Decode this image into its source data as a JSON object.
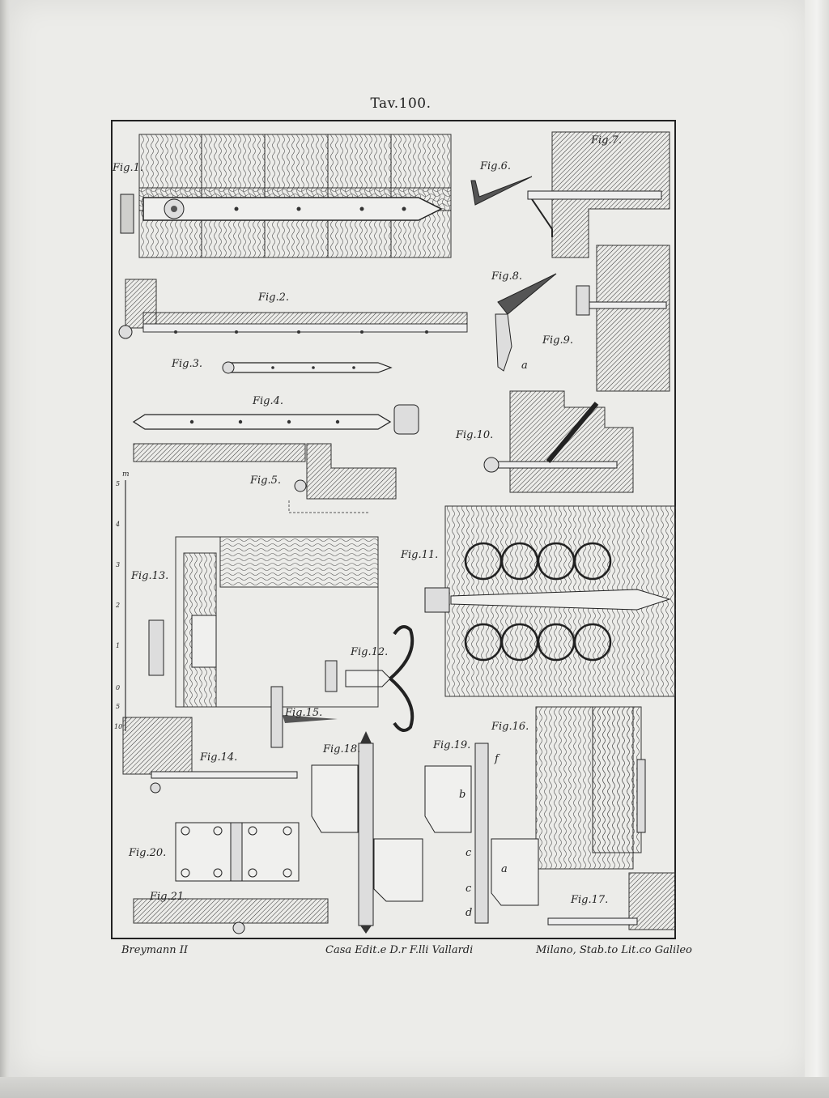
{
  "plate": {
    "title": "Tav.100.",
    "figures": [
      {
        "id": "fig1",
        "label": "Fig.1."
      },
      {
        "id": "fig2",
        "label": "Fig.2."
      },
      {
        "id": "fig3",
        "label": "Fig.3."
      },
      {
        "id": "fig4",
        "label": "Fig.4."
      },
      {
        "id": "fig5",
        "label": "Fig.5."
      },
      {
        "id": "fig6",
        "label": "Fig.6."
      },
      {
        "id": "fig7",
        "label": "Fig.7."
      },
      {
        "id": "fig8",
        "label": "Fig.8."
      },
      {
        "id": "fig9",
        "label": "Fig.9."
      },
      {
        "id": "fig10",
        "label": "Fig.10."
      },
      {
        "id": "fig11",
        "label": "Fig.11."
      },
      {
        "id": "fig12",
        "label": "Fig.12."
      },
      {
        "id": "fig13",
        "label": "Fig.13."
      },
      {
        "id": "fig14",
        "label": "Fig.14."
      },
      {
        "id": "fig15",
        "label": "Fig.15."
      },
      {
        "id": "fig16",
        "label": "Fig.16."
      },
      {
        "id": "fig17",
        "label": "Fig.17."
      },
      {
        "id": "fig18",
        "label": "Fig.18."
      },
      {
        "id": "fig19",
        "label": "Fig.19."
      },
      {
        "id": "fig20",
        "label": "Fig.20."
      },
      {
        "id": "fig21",
        "label": "Fig.21."
      }
    ],
    "letters": {
      "a8": "a",
      "a19": "a",
      "b19": "b",
      "c19a": "c",
      "c19b": "c",
      "d19": "d",
      "f19": "f"
    },
    "scale": {
      "unit": "m",
      "ticks": [
        "5",
        "4",
        "3",
        "2",
        "1",
        "0",
        "5",
        "10"
      ]
    }
  },
  "footer": {
    "left": "Breymann II",
    "center": "Casa Edit.e D.r F.lli Vallardi",
    "right": "Milano, Stab.to Lit.co Galileo"
  }
}
